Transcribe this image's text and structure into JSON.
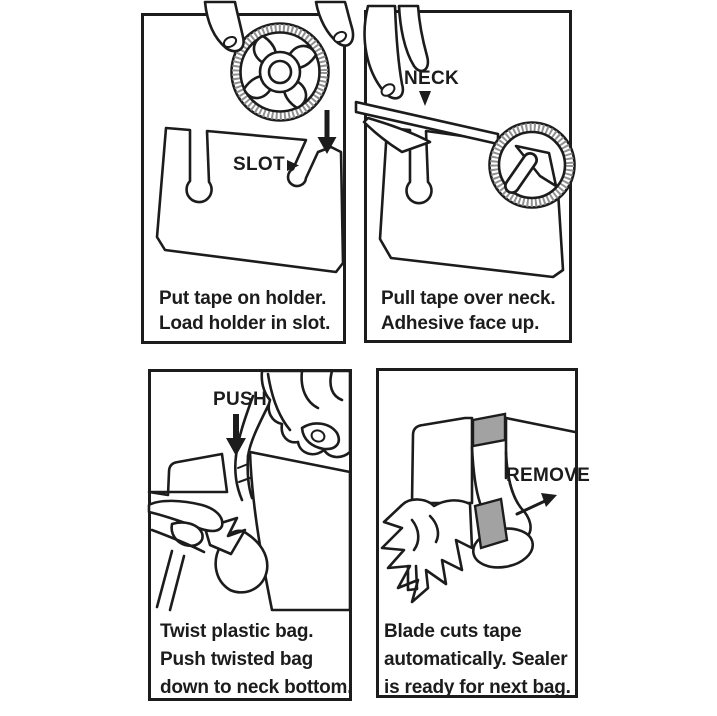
{
  "figure": {
    "background_color": "#ffffff",
    "ink_color": "#1c1c1c",
    "tape_gray_color": "#a2a2a2",
    "panels": [
      {
        "id": "load-tape",
        "callout": "SLOT",
        "captions": [
          "Put tape on holder.",
          "Load holder in slot."
        ]
      },
      {
        "id": "pull-tape",
        "callout": "NECK",
        "captions": [
          "Pull tape over neck.",
          "Adhesive face up."
        ]
      },
      {
        "id": "push-bag",
        "callout": "PUSH",
        "captions": [
          "Twist plastic bag.",
          "Push twisted bag",
          "down to neck bottom."
        ]
      },
      {
        "id": "remove-bag",
        "callout": "REMOVE",
        "captions": [
          "Blade cuts tape",
          "automatically. Sealer",
          "is ready for next bag."
        ]
      }
    ],
    "icons": {
      "slot_pointer": "►",
      "neck_pointer": "▼",
      "load_arrow": "↓",
      "push_arrow": "↓",
      "remove_arrow": "↗"
    }
  }
}
